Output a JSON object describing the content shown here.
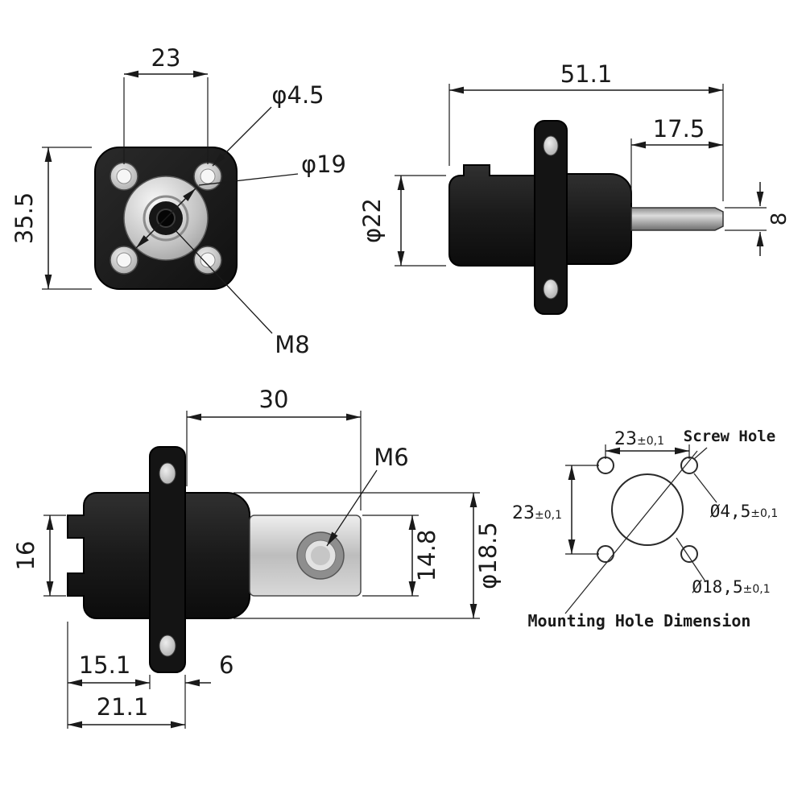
{
  "front_view": {
    "hole_spacing": "23",
    "screw_hole_dia": "φ4.5",
    "boss_dia": "φ19",
    "flange_size": "35.5",
    "thread": "M8"
  },
  "side_view": {
    "total_length": "51.1",
    "pin_length": "17.5",
    "body_dia": "φ22",
    "pin_width": "8"
  },
  "busbar_view": {
    "tab_length": "30",
    "hole_thread": "M6",
    "body_height": "16",
    "tab_height": "14.8",
    "boss_dia": "φ18.5",
    "body_length": "15.1",
    "flange_thickness": "6",
    "total_left_length": "21.1"
  },
  "mounting_diagram": {
    "horizontal_spacing": "23",
    "horizontal_tol": "±0,1",
    "vertical_spacing": "23",
    "vertical_tol": "±0,1",
    "screw_hole_label": "Screw Hole",
    "screw_hole_dia": "Ø4,5",
    "screw_hole_tol": "±0,1",
    "center_hole_dia": "Ø18,5",
    "center_hole_tol": "±0,1",
    "caption": "Mounting Hole Dimension"
  }
}
